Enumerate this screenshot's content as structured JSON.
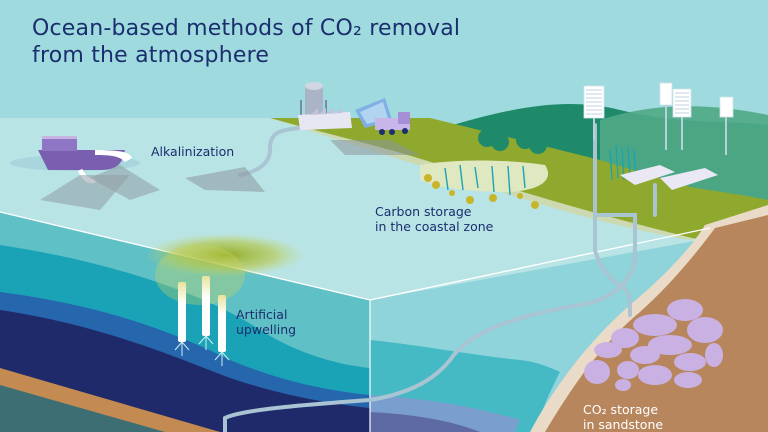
{
  "title": {
    "line1": "Ocean-based methods of CO₂ removal",
    "line2": "from the atmosphere"
  },
  "labels": {
    "alkalinization": "Alkalinization",
    "coastal_line1": "Carbon storage",
    "coastal_line2": "in the coastal zone",
    "upwelling_line1": "Artificial",
    "upwelling_line2": "upwelling",
    "sandstone_line1": "CO₂ storage",
    "sandstone_line2": "in sandstone"
  },
  "colors": {
    "sky": "#9fdade",
    "sea_surface": "#b9e4e6",
    "shallow_water": "#5fc0c6",
    "mid_water": "#1aa3b6",
    "deep_blue": "#2566ad",
    "deepest": "#1f2a6a",
    "sediment": "#c38a52",
    "bedrock": "#3c6e73",
    "sandstone": "#b8865d",
    "co2_pockets": "#c9b2e3",
    "land_olive": "#8fa82e",
    "hills_green": "#1e8a6a",
    "text": "#1b2e6e"
  }
}
